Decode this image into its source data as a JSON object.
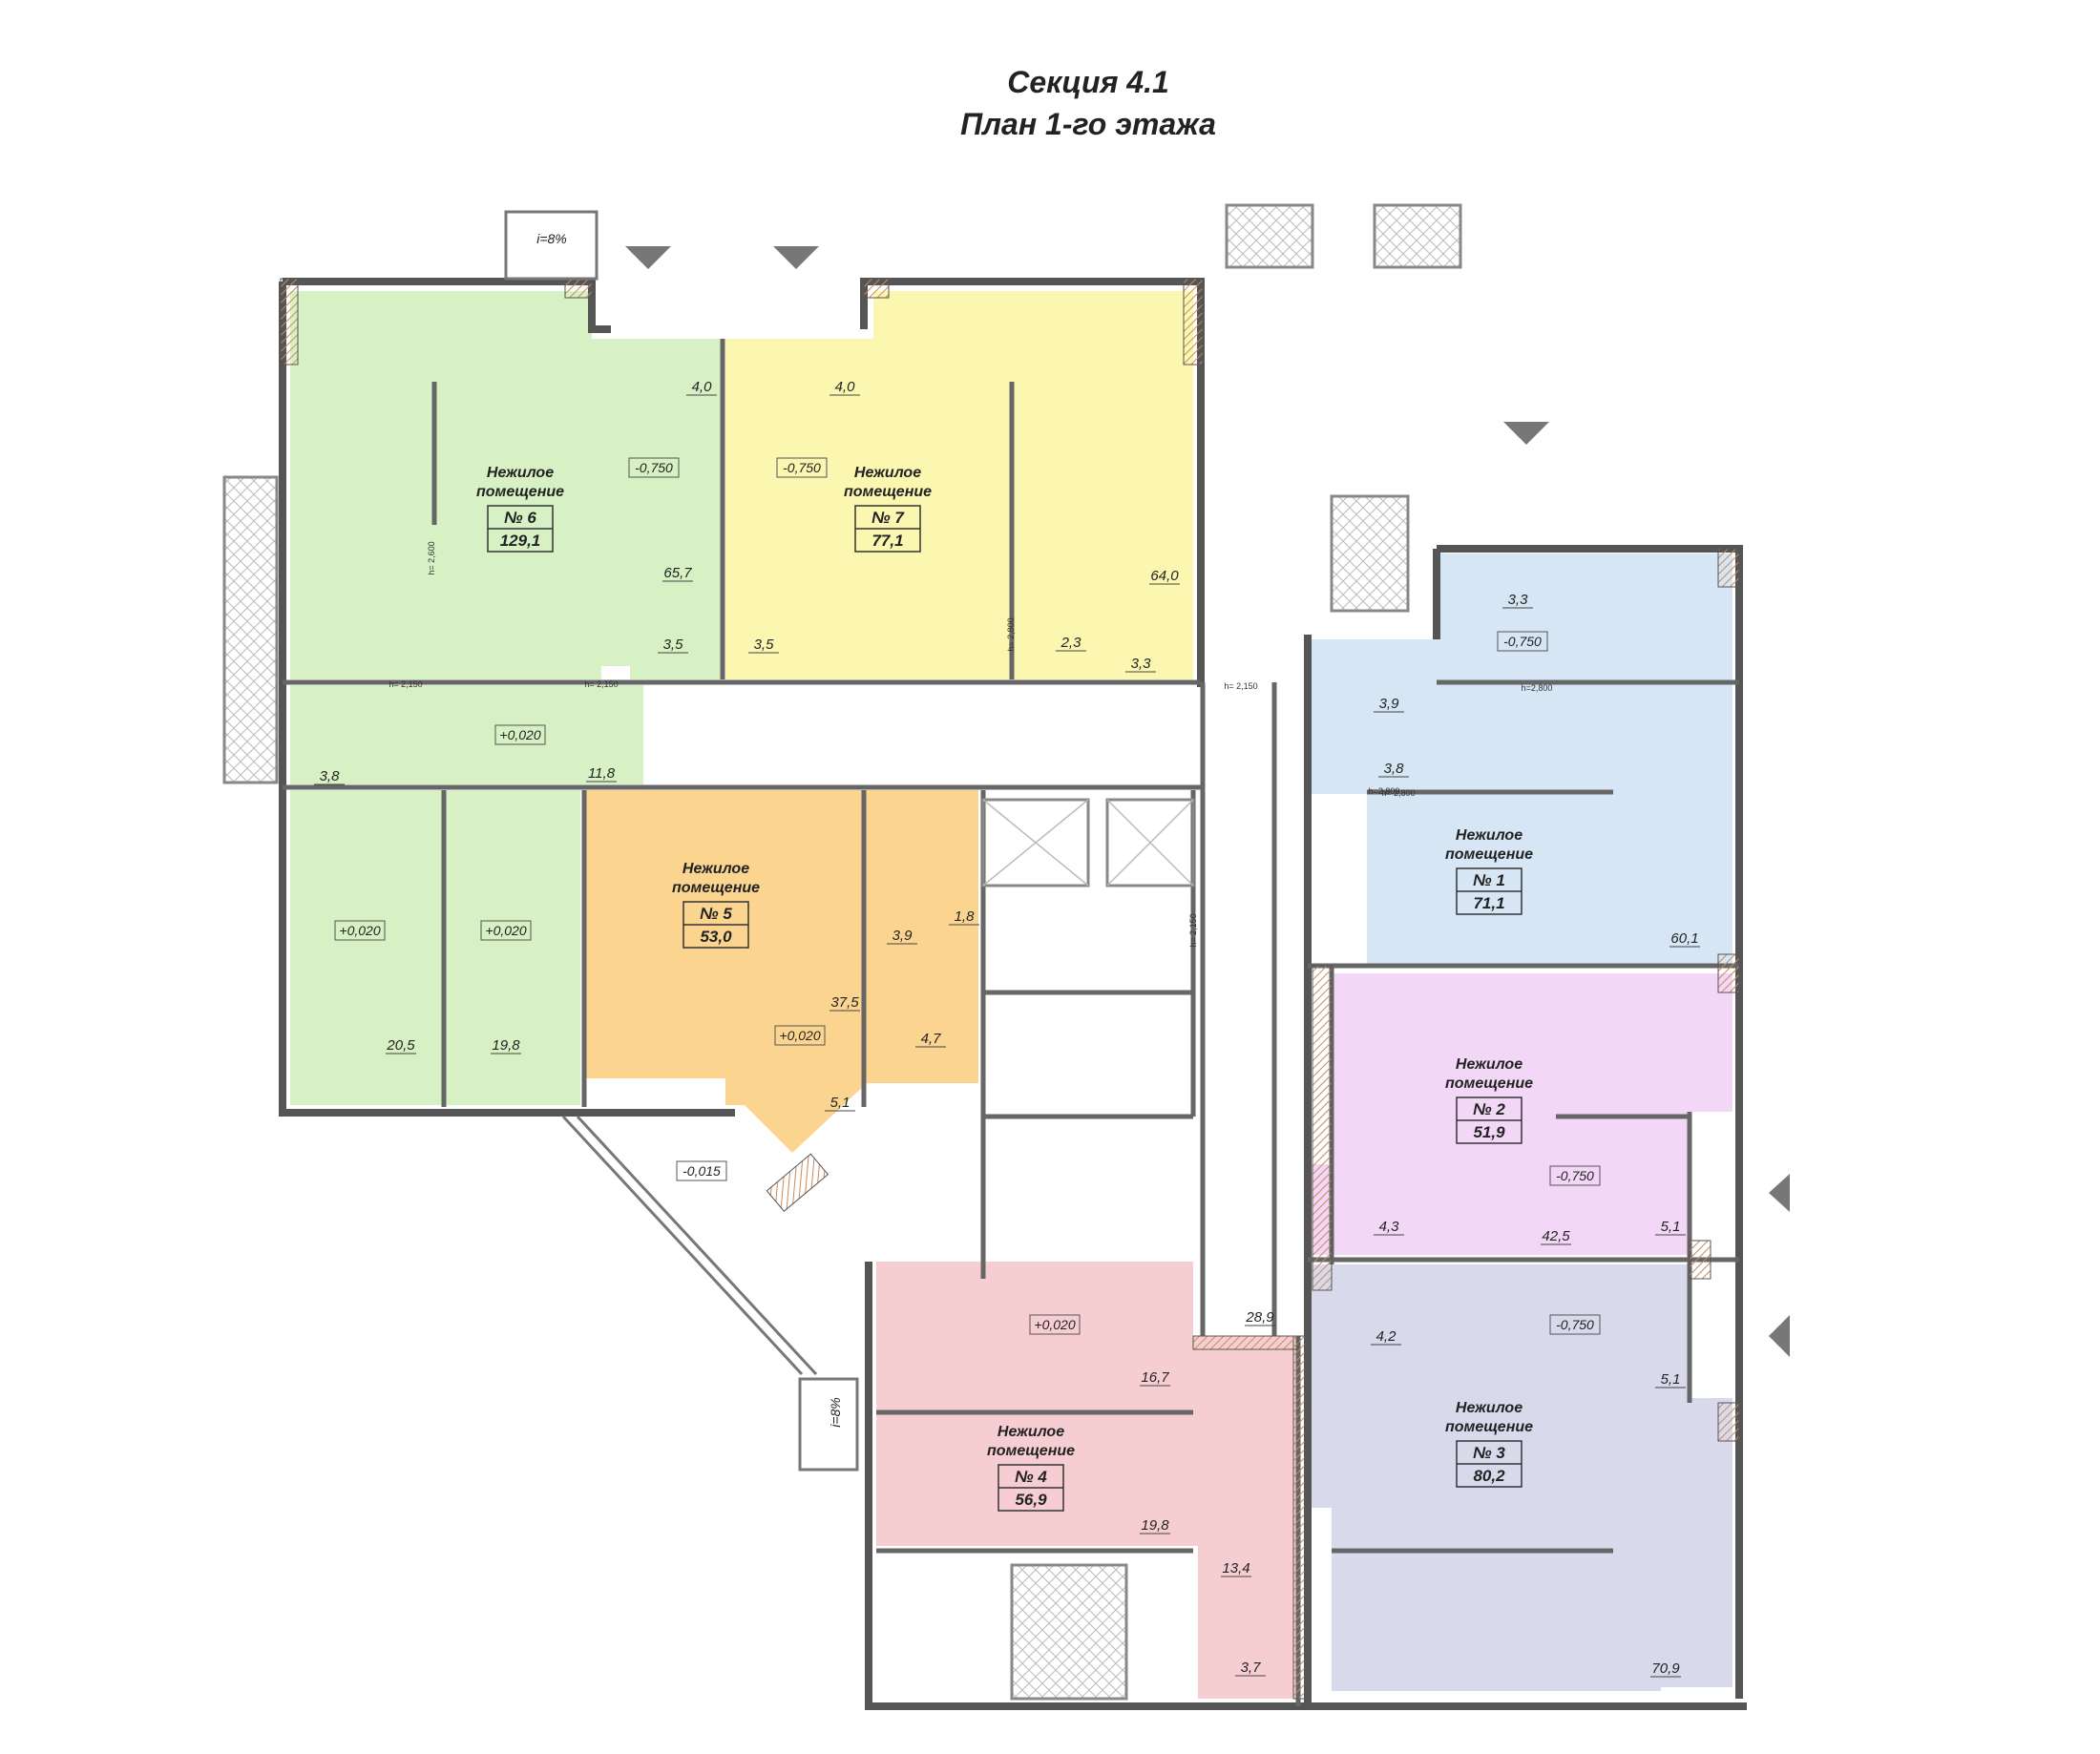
{
  "header": {
    "section": "Секция 4.1",
    "floor": "План 1-го этажа"
  },
  "colors": {
    "room6": "#d7f0c4",
    "room7": "#fbf7b0",
    "room5": "#fbd58f",
    "room1": "#d6e6f4",
    "room2": "#f2d8f6",
    "room3": "#d9d9ec",
    "room4": "#f6cdd1",
    "wall": "#555555",
    "hatch": "#c98a5a"
  },
  "premises": [
    {
      "caption": "Нежилое\nпомещение",
      "number": "№ 6",
      "area": "129,1",
      "key": "room6"
    },
    {
      "caption": "Нежилое\nпомещение",
      "number": "№ 7",
      "area": "77,1",
      "key": "room7"
    },
    {
      "caption": "Нежилое\nпомещение",
      "number": "№ 5",
      "area": "53,0",
      "key": "room5"
    },
    {
      "caption": "Нежилое\nпомещение",
      "number": "№ 1",
      "area": "71,1",
      "key": "room1"
    },
    {
      "caption": "Нежилое\nпомещение",
      "number": "№ 2",
      "area": "51,9",
      "key": "room2"
    },
    {
      "caption": "Нежилое\nпомещение",
      "number": "№ 3",
      "area": "80,2",
      "key": "room3"
    },
    {
      "caption": "Нежилое\nпомещение",
      "number": "№ 4",
      "area": "56,9",
      "key": "room4"
    }
  ],
  "room_areas": [
    "4,0",
    "4,0",
    "65,7",
    "3,5",
    "3,5",
    "64,0",
    "2,3",
    "3,3",
    "3,8",
    "11,8",
    "20,5",
    "19,8",
    "37,5",
    "5,1",
    "3,9",
    "1,8",
    "4,7",
    "3,3",
    "3,9",
    "3,8",
    "60,1",
    "4,3",
    "42,5",
    "5,1",
    "4,2",
    "5,1",
    "70,9",
    "28,9",
    "16,7",
    "19,8",
    "13,4",
    "3,7"
  ],
  "levels": [
    "-0,750",
    "-0,750",
    "+0,020",
    "+0,020",
    "+0,020",
    "+0,020",
    "-0,750",
    "-0,750",
    "-0,750",
    "+0,020",
    "-0,015"
  ],
  "heights": [
    "h= 2,150",
    "h= 2,150",
    "h= 2,150",
    "h=2,800",
    "h=2,800",
    "h= 2,800",
    "h= 2,150",
    "h= 2,600",
    "h= 2,800"
  ],
  "ramps": [
    "i=8%",
    "i=8%"
  ]
}
